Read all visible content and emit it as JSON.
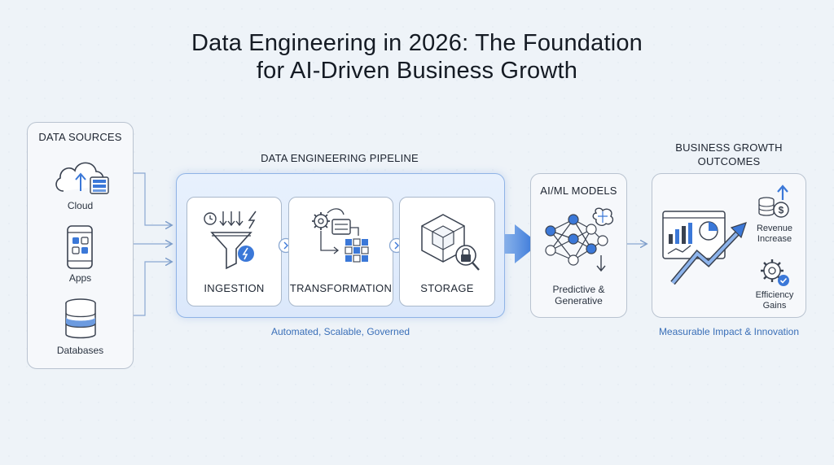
{
  "title_line1": "Data Engineering in 2026: The Foundation",
  "title_line2": "for AI-Driven Business Growth",
  "sources": {
    "heading": "DATA SOURCES",
    "items": [
      "Cloud",
      "Apps",
      "Databases"
    ]
  },
  "pipeline": {
    "heading": "DATA ENGINEERING PIPELINE",
    "stages": [
      "INGESTION",
      "TRANSFORMATION",
      "STORAGE"
    ],
    "caption": "Automated, Scalable, Governed"
  },
  "models": {
    "heading": "AI/ML MODELS",
    "label_line1": "Predictive &",
    "label_line2": "Generative"
  },
  "outcomes": {
    "heading_line1": "BUSINESS GROWTH",
    "heading_line2": "OUTCOMES",
    "item1_line1": "Revenue",
    "item1_line2": "Increase",
    "item2_line1": "Efficiency",
    "item2_line2": "Gains",
    "caption": "Measurable Impact & Innovation"
  },
  "colors": {
    "accent_blue": "#3b78d8",
    "line_gray": "#3a4250",
    "background": "#eef3f8"
  }
}
